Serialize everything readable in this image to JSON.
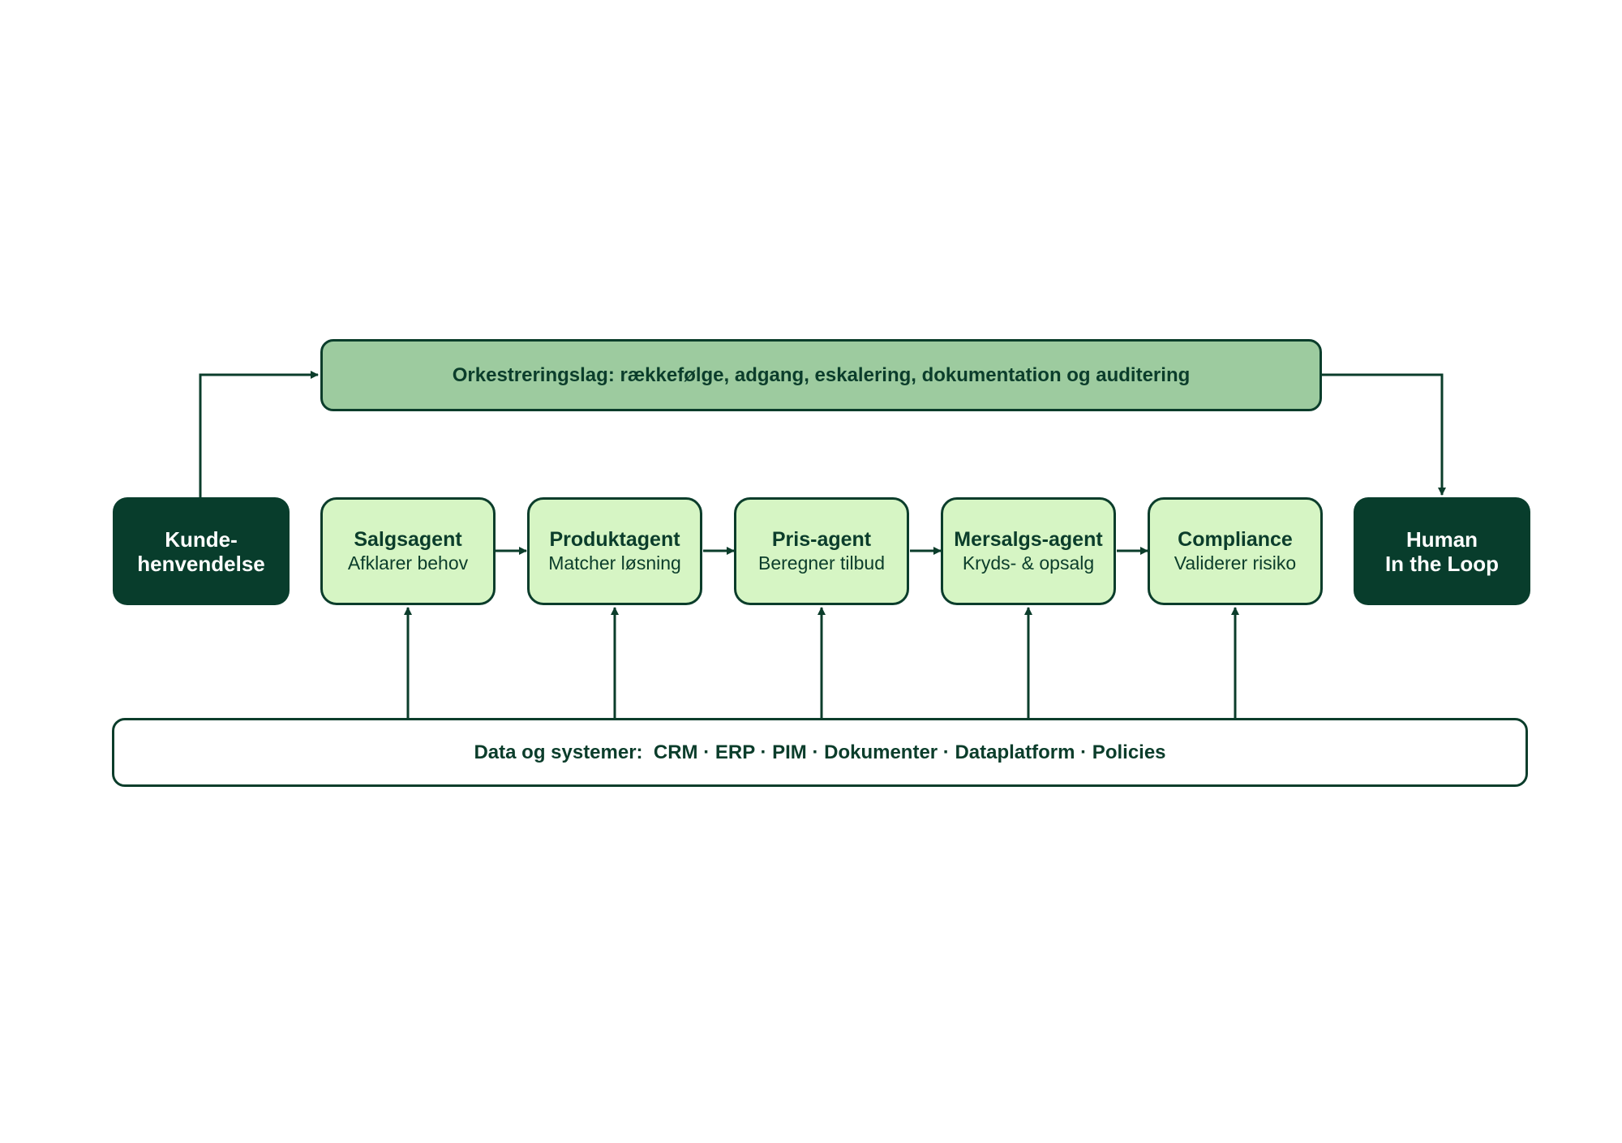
{
  "orchestration": {
    "label": "Orkestreringslag: rækkefølge, adgang, eskalering, dokumentation og auditering"
  },
  "customer_request": {
    "line1": "Kunde-",
    "line2": "henvendelse"
  },
  "human_in_loop": {
    "line1": "Human",
    "line2": "In the Loop"
  },
  "agents": [
    {
      "title": "Salgsagent",
      "subtitle": "Afklarer behov"
    },
    {
      "title": "Produktagent",
      "subtitle": "Matcher løsning"
    },
    {
      "title": "Pris-agent",
      "subtitle": "Beregner tilbud"
    },
    {
      "title": "Mersalgs-agent",
      "subtitle": "Kryds- & opsalg"
    },
    {
      "title": "Compliance",
      "subtitle": "Validerer risiko"
    }
  ],
  "data_layer": {
    "label": "Data og systemer:  CRM · ERP · PIM · Dokumenter · Dataplatform · Policies"
  },
  "colors": {
    "dark_green": "#083d2c",
    "light_green": "#d6f5c4",
    "mid_green": "#9dcb9f",
    "stroke": "#0b3d2b"
  }
}
